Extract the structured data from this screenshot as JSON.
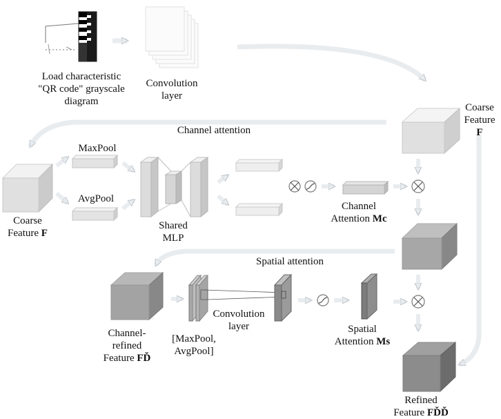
{
  "labels": {
    "qr_caption": [
      "Load characteristic",
      "\"QR code\" grayscale",
      "diagram"
    ],
    "conv_caption": [
      "Convolution",
      "layer"
    ],
    "coarse_right": [
      "Coarse",
      "Feature"
    ],
    "coarse_right_symbol": "F",
    "channel_attention_title": "Channel attention",
    "maxpool": "MaxPool",
    "avgpool": "AvgPool",
    "coarse_left": "Coarse",
    "coarse_left_feature": "Feature",
    "coarse_left_symbol": "F",
    "shared_mlp": [
      "Shared",
      "MLP"
    ],
    "channel_attention_out": "Channel",
    "channel_attention_out_prefix": "Attention",
    "channel_attention_out_symbol": "Mc",
    "spatial_attention_title": "Spatial attention",
    "channel_refined": [
      "Channel-",
      "refined"
    ],
    "channel_refined_feature": "Feature",
    "channel_refined_symbol": "FĎ",
    "pool_concat": [
      "[MaxPool,",
      "AvgPool]"
    ],
    "conv_layer2": [
      "Convolution",
      "layer"
    ],
    "spatial_attention_out": "Spatial",
    "spatial_attention_out_prefix": "Attention",
    "spatial_attention_out_symbol": "Ms",
    "refined": "Refined",
    "refined_feature": "Feature",
    "refined_symbol": "FĎĎ"
  },
  "colors": {
    "arrow_fill": "#e9ecef",
    "arrow_stroke": "#bcc3ca",
    "light_box": "#ececec",
    "mid_box": "#b4b4b4",
    "dark_box": "#8c8c8c"
  }
}
